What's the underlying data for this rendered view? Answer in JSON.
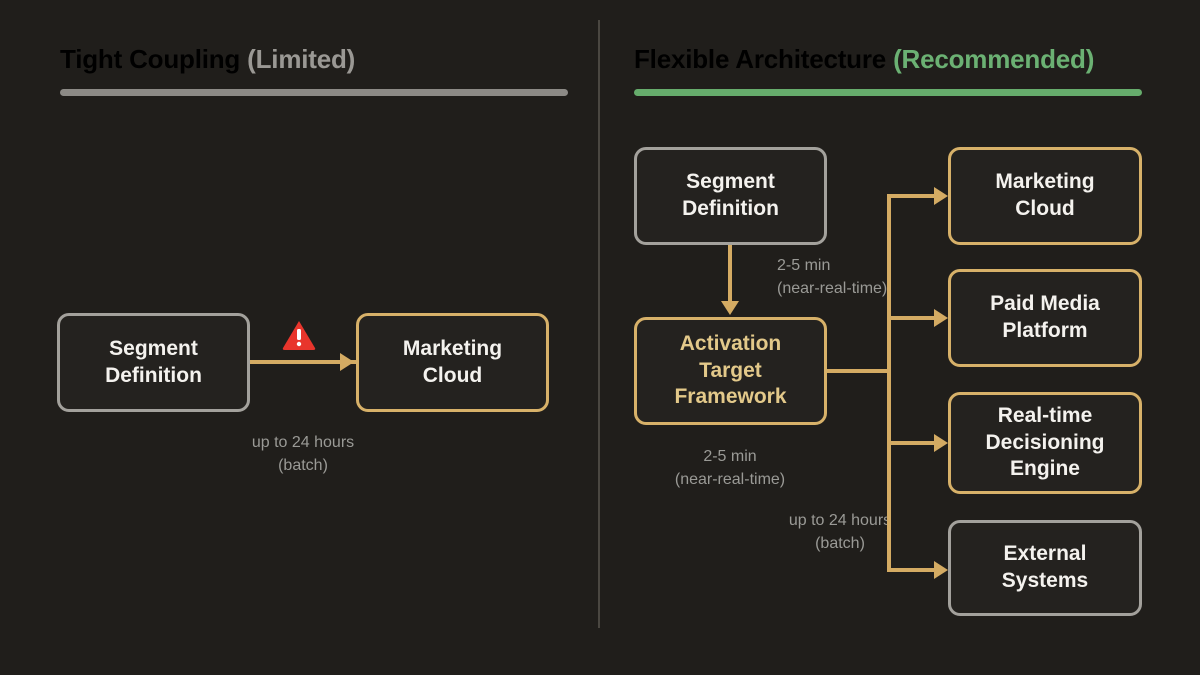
{
  "panels": {
    "left": {
      "title_main": "Tight Coupling",
      "title_sub": "(Limited)",
      "accent_color": "#8c8a86",
      "nodes": [
        {
          "label": "Segment\nDefinition",
          "style": "gray"
        },
        {
          "label": "Marketing\nCloud",
          "style": "gold"
        }
      ],
      "edges": [
        {
          "label_line1": "up to 24 hours",
          "label_line2": "(batch)",
          "warning": true
        }
      ],
      "warning_icon": "warning-triangle-icon",
      "warning_color": "#e8352c"
    },
    "right": {
      "title_main": "Flexible Architecture",
      "title_sub": "(Recommended)",
      "accent_color": "#66ac6c",
      "source_node": {
        "label": "Segment\nDefinition",
        "style": "gray"
      },
      "hub_node": {
        "label": "Activation\nTarget\nFramework",
        "style": "gold-text"
      },
      "edge_source_to_hub": {
        "label_line1": "2-5 min",
        "label_line2": "(near-real-time)"
      },
      "edge_hub_fanout_fast": {
        "label_line1": "2-5 min",
        "label_line2": "(near-real-time)"
      },
      "edge_hub_fanout_batch": {
        "label_line1": "up to 24 hours",
        "label_line2": "(batch)"
      },
      "targets": [
        {
          "label": "Marketing\nCloud",
          "style": "gold"
        },
        {
          "label": "Paid Media\nPlatform",
          "style": "gold"
        },
        {
          "label": "Real-time\nDecisioning\nEngine",
          "style": "gold"
        },
        {
          "label": "External\nSystems",
          "style": "gray"
        }
      ]
    }
  },
  "colors": {
    "background": "#201e1b",
    "node_fill": "#24221f",
    "connector": "#d4ab63",
    "gold_border": "#d7b169",
    "gray_border": "#a3a19c",
    "label_text": "#9a9a96",
    "node_text": "#f4f2ee",
    "gold_text": "#e3c98a",
    "divider": "#4a4741"
  }
}
